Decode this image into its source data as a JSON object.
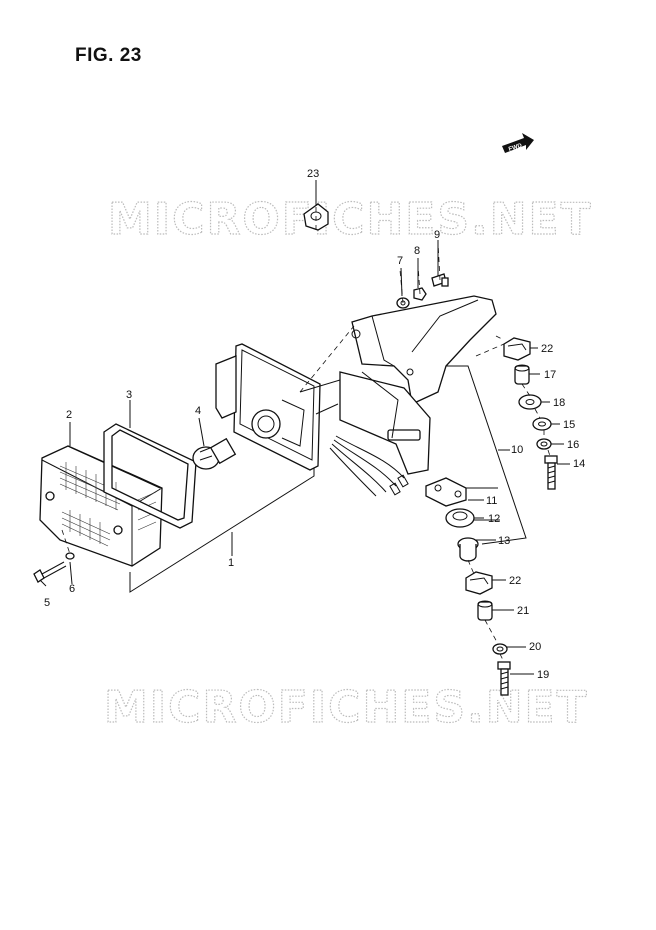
{
  "figure": {
    "title": "FIG. 23"
  },
  "direction_badge": "FWD",
  "watermark": "MICROFICHES.NET",
  "callouts": [
    "1",
    "2",
    "3",
    "4",
    "5",
    "6",
    "7",
    "8",
    "9",
    "10",
    "11",
    "12",
    "13",
    "14",
    "15",
    "16",
    "17",
    "18",
    "19",
    "20",
    "21",
    "22",
    "22",
    "23"
  ]
}
